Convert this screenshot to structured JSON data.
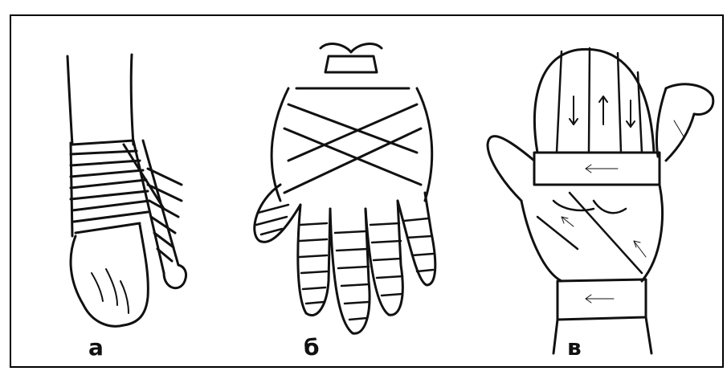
{
  "figures": [
    {
      "label": "а",
      "description_icon": "wrist-thumb-bandage-icon"
    },
    {
      "label": "б",
      "description_icon": "glove-hand-bandage-icon"
    },
    {
      "label": "в",
      "description_icon": "mitten-hand-bandage-icon"
    }
  ],
  "colors": {
    "ink": "#111111",
    "background": "#ffffff"
  }
}
